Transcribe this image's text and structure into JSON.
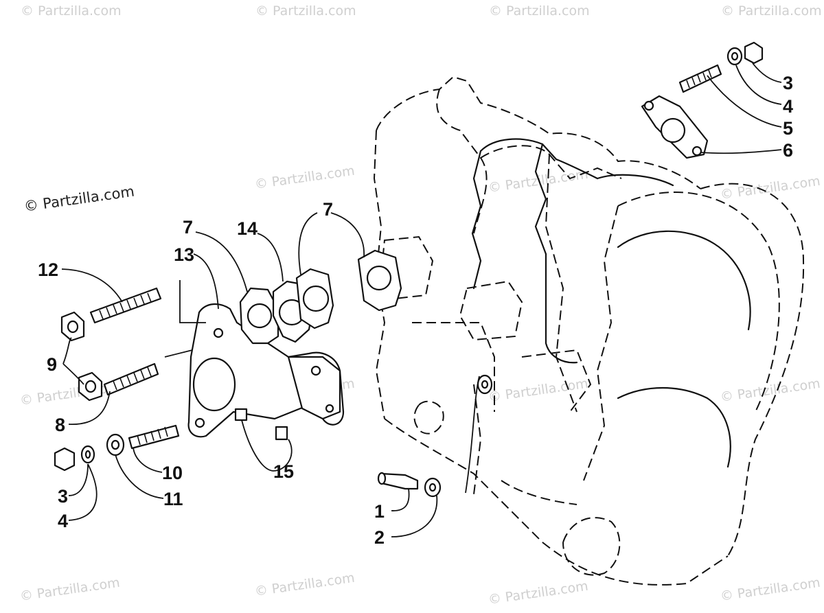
{
  "watermark_text": "© Partzilla.com",
  "callouts": [
    {
      "id": "c3-top",
      "label": "3"
    },
    {
      "id": "c4-top",
      "label": "4"
    },
    {
      "id": "c5",
      "label": "5"
    },
    {
      "id": "c6",
      "label": "6"
    },
    {
      "id": "c7-left",
      "label": "7"
    },
    {
      "id": "c14",
      "label": "14"
    },
    {
      "id": "c7-right",
      "label": "7"
    },
    {
      "id": "c13",
      "label": "13"
    },
    {
      "id": "c12",
      "label": "12"
    },
    {
      "id": "c9",
      "label": "9"
    },
    {
      "id": "c8",
      "label": "8"
    },
    {
      "id": "c15",
      "label": "15"
    },
    {
      "id": "c10",
      "label": "10"
    },
    {
      "id": "c11",
      "label": "11"
    },
    {
      "id": "c3-bottom",
      "label": "3"
    },
    {
      "id": "c4-bottom",
      "label": "4"
    },
    {
      "id": "c1",
      "label": "1"
    },
    {
      "id": "c2",
      "label": "2"
    }
  ]
}
